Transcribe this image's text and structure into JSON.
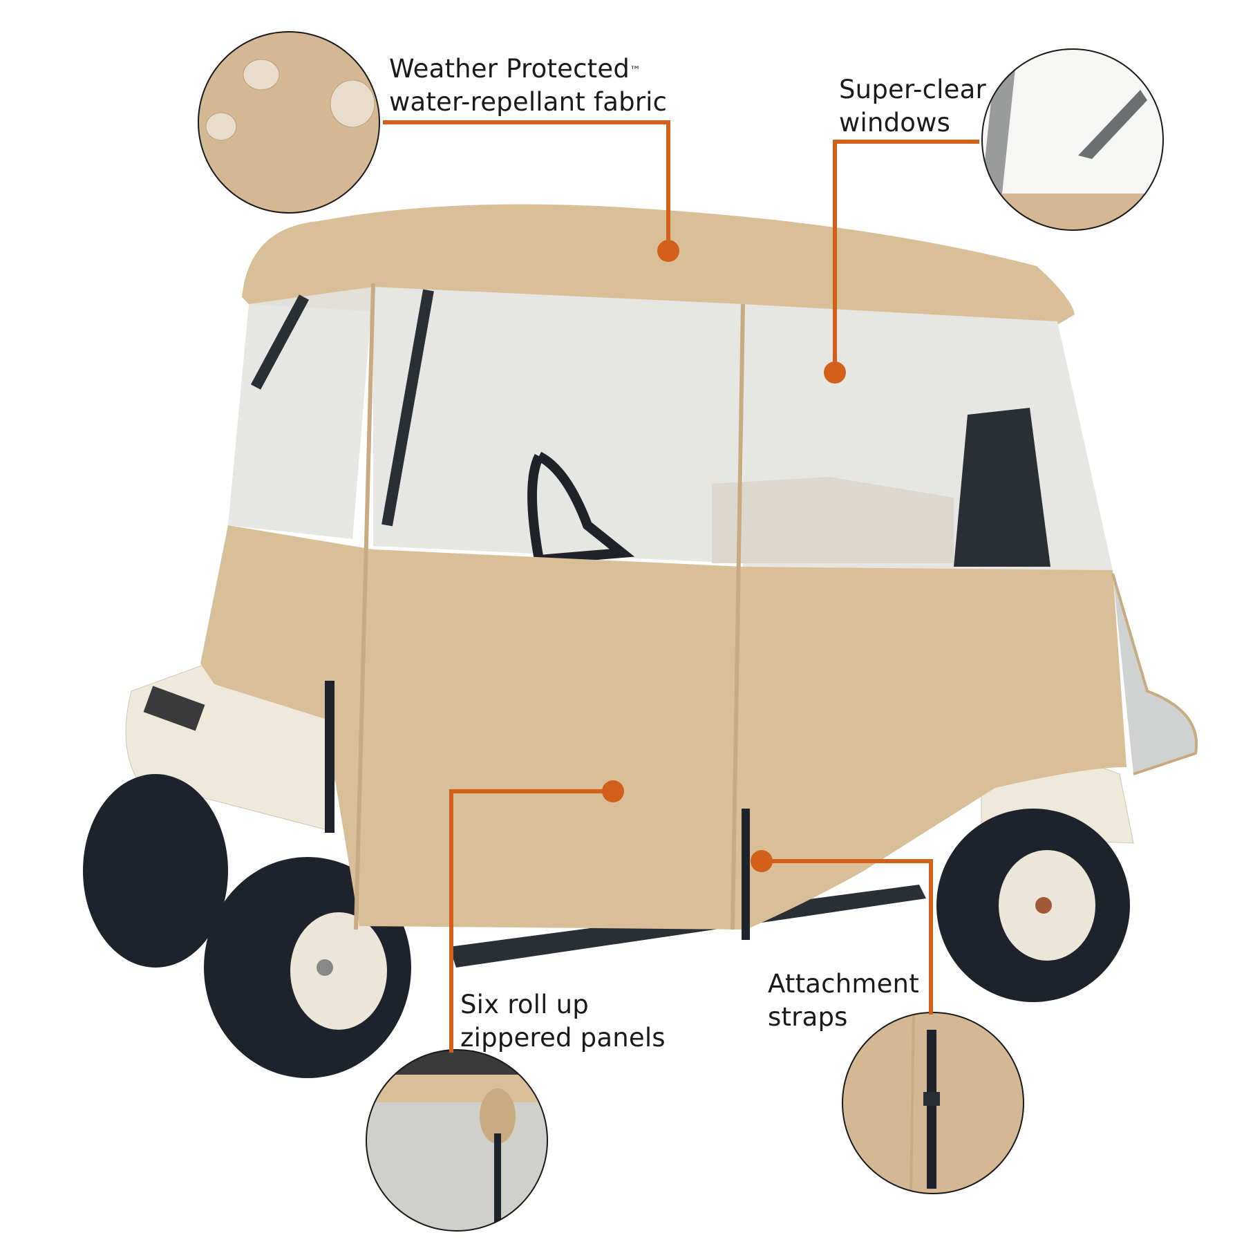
{
  "callouts": {
    "fabric": {
      "line1": "Weather Protected",
      "trademark": "™",
      "line2": "water-repellant fabric"
    },
    "windows": {
      "line1": "Super-clear",
      "line2": "windows"
    },
    "panels": {
      "line1": "Six roll up",
      "line2": "zippered panels"
    },
    "straps": {
      "line1": "Attachment",
      "line2": "straps"
    }
  },
  "colors": {
    "accent": "#d2601a",
    "fabric": "#d9bf98",
    "fabric_dark": "#c9ab82",
    "tire": "#1e232b",
    "body": "#efe9dc"
  }
}
